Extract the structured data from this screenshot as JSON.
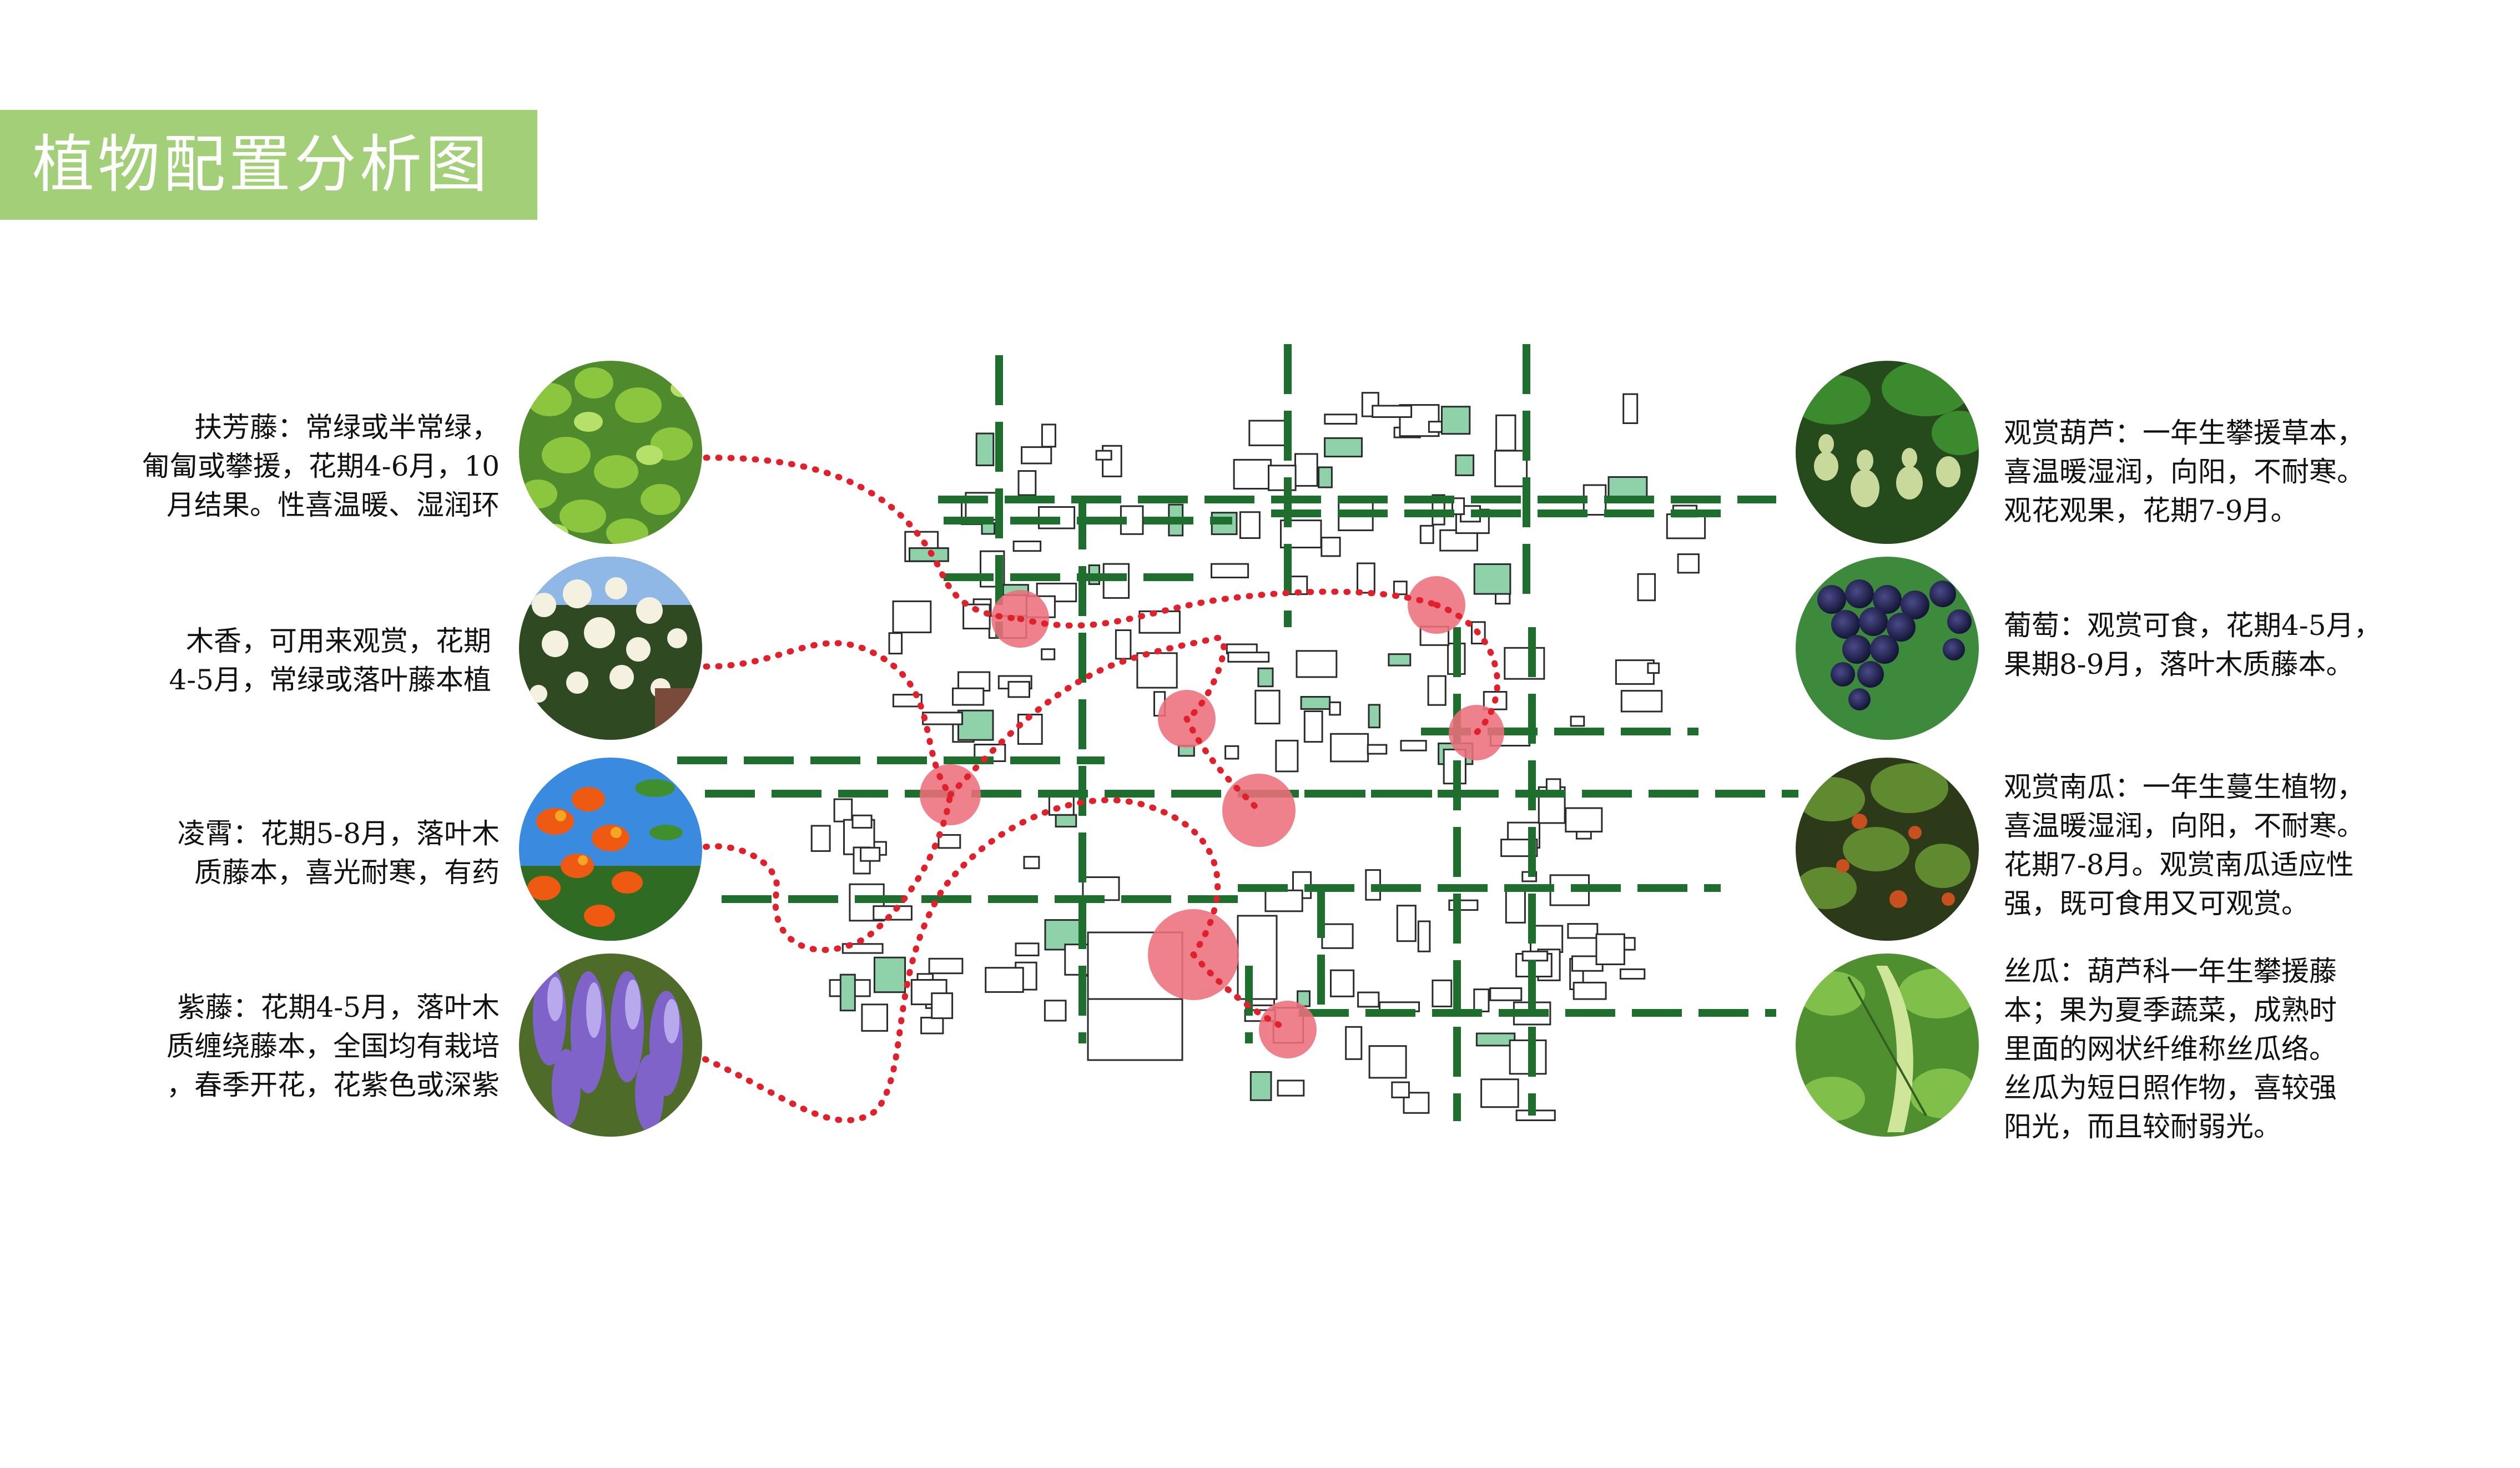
{
  "title": "植物配置分析图",
  "colors": {
    "title_bg": "#a3cf79",
    "path_green": "#1e6e2e",
    "node_pink": "#ec6f7c",
    "dotted_red": "#e0202a",
    "building_fill": "#ffffff",
    "building_green": "#8fd1a9"
  },
  "plants_left": [
    {
      "id": "fufangteng",
      "text": "扶芳藤：常绿或半常绿，\n匍匐或攀援，花期4-6月，10\n月结果。性喜温暖、湿润环",
      "photo": "green-leaf-icon"
    },
    {
      "id": "muxiang",
      "text": "木香，可用来观赏，花期\n4-5月，常绿或落叶藤本植",
      "photo": "white-flower-icon"
    },
    {
      "id": "lingxiao",
      "text": "凌霄：花期5-8月，落叶木\n质藤本，喜光耐寒，有药",
      "photo": "orange-flower-icon"
    },
    {
      "id": "ziteng",
      "text": "紫藤：花期4-5月，落叶木\n质缠绕藤本，全国均有栽培\n，春季开花，花紫色或深紫",
      "photo": "purple-flower-icon"
    }
  ],
  "plants_right": [
    {
      "id": "hulu",
      "text": "观赏葫芦：一年生攀援草本，\n喜温暖湿润，向阳，不耐寒。\n观花观果，花期7-9月。",
      "photo": "gourd-icon"
    },
    {
      "id": "putao",
      "text": "葡萄：观赏可食，花期4-5月，\n果期8-9月，落叶木质藤本。",
      "photo": "grape-icon"
    },
    {
      "id": "nangua",
      "text": "观赏南瓜：一年生蔓生植物，\n喜温暖湿润，向阳，不耐寒。\n花期7-8月。观赏南瓜适应性\n强，既可食用又可观赏。",
      "photo": "pumpkin-vine-icon"
    },
    {
      "id": "sigua",
      "text": "丝瓜：葫芦科一年生攀援藤\n本；果为夏季蔬菜，成熟时\n里面的网状纤维称丝瓜络。\n丝瓜为短日照作物，喜较强\n阳光，而且较耐弱光。",
      "photo": "loofah-icon"
    }
  ]
}
